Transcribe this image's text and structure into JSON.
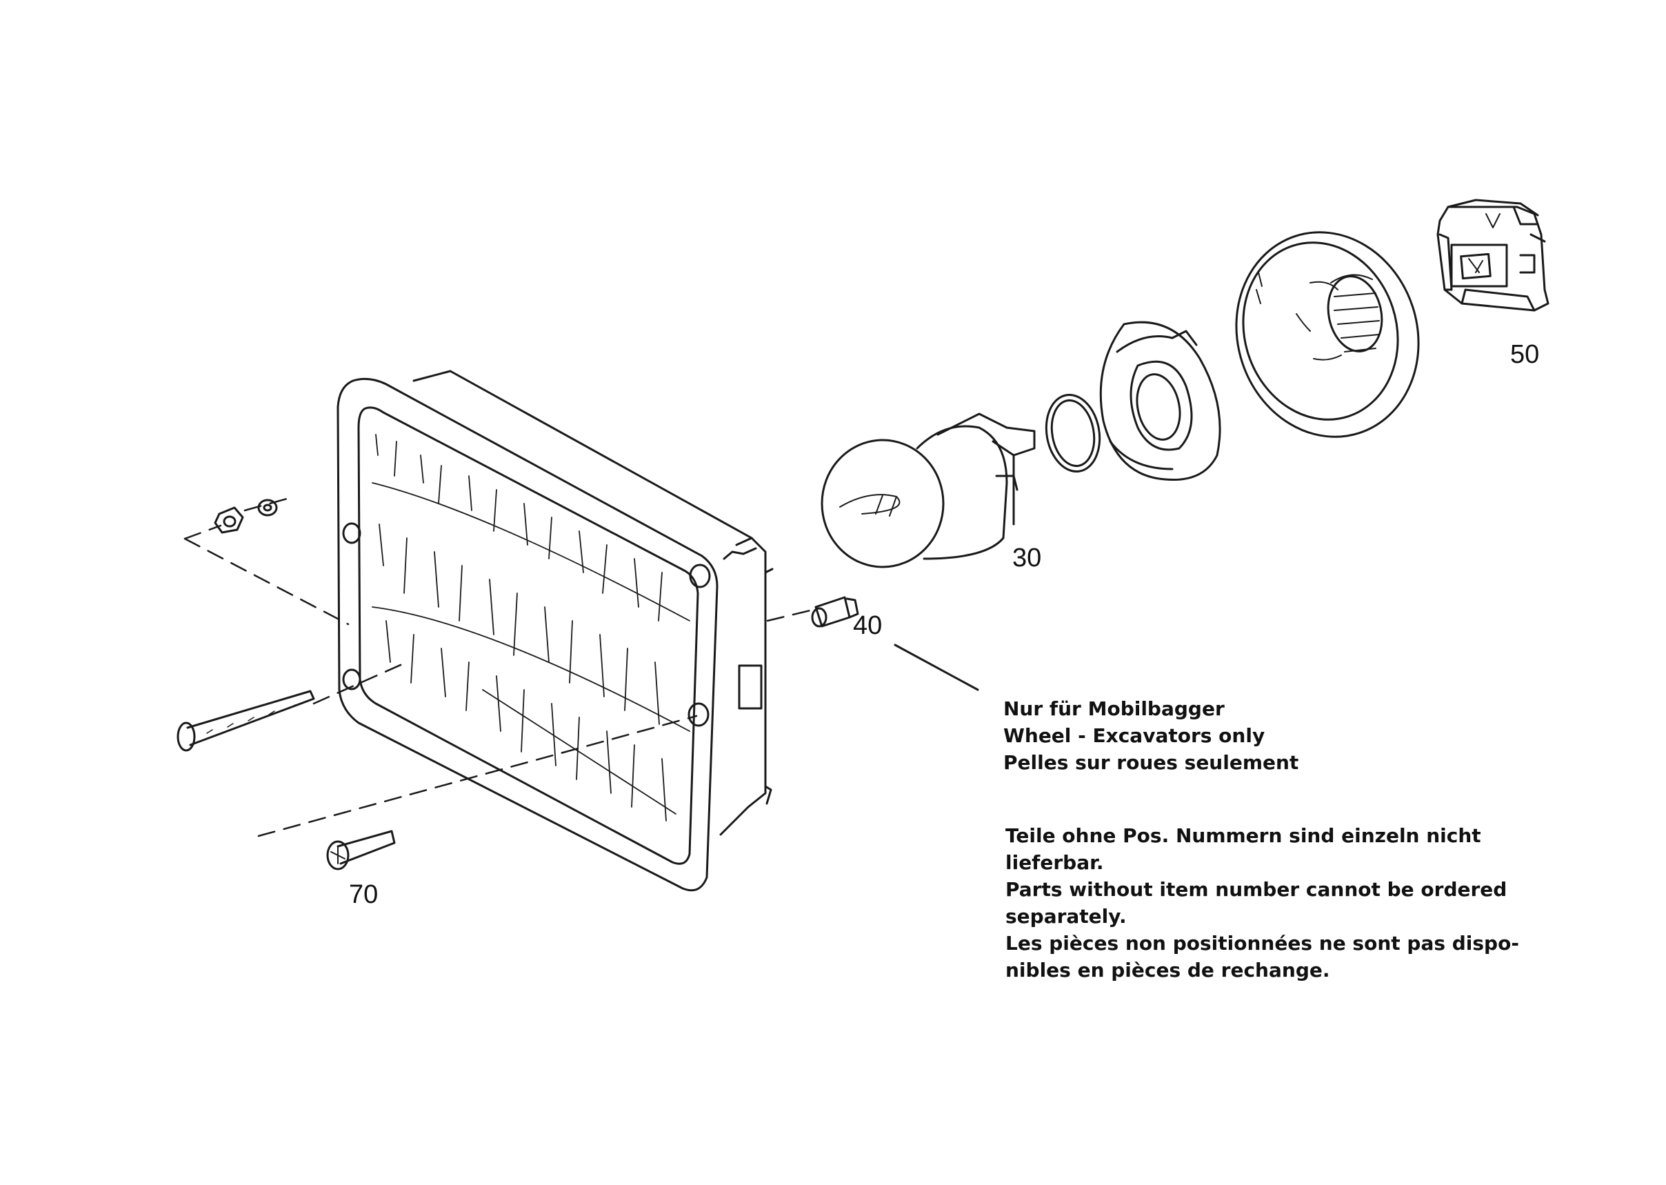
{
  "callouts": {
    "c30": "30",
    "c40": "40",
    "c50": "50",
    "c70": "70"
  },
  "note_models": [
    "Nur für Mobilbagger",
    "Wheel - Excavators only",
    "Pelles sur roues seulement"
  ],
  "note_parts": [
    "Teile ohne Pos. Nummern sind einzeln nicht",
    "lieferbar.",
    "Parts without item number cannot be ordered",
    "separately.",
    "Les pièces non positionnées ne sont pas dispo-",
    "nibles en pièces de rechange."
  ]
}
